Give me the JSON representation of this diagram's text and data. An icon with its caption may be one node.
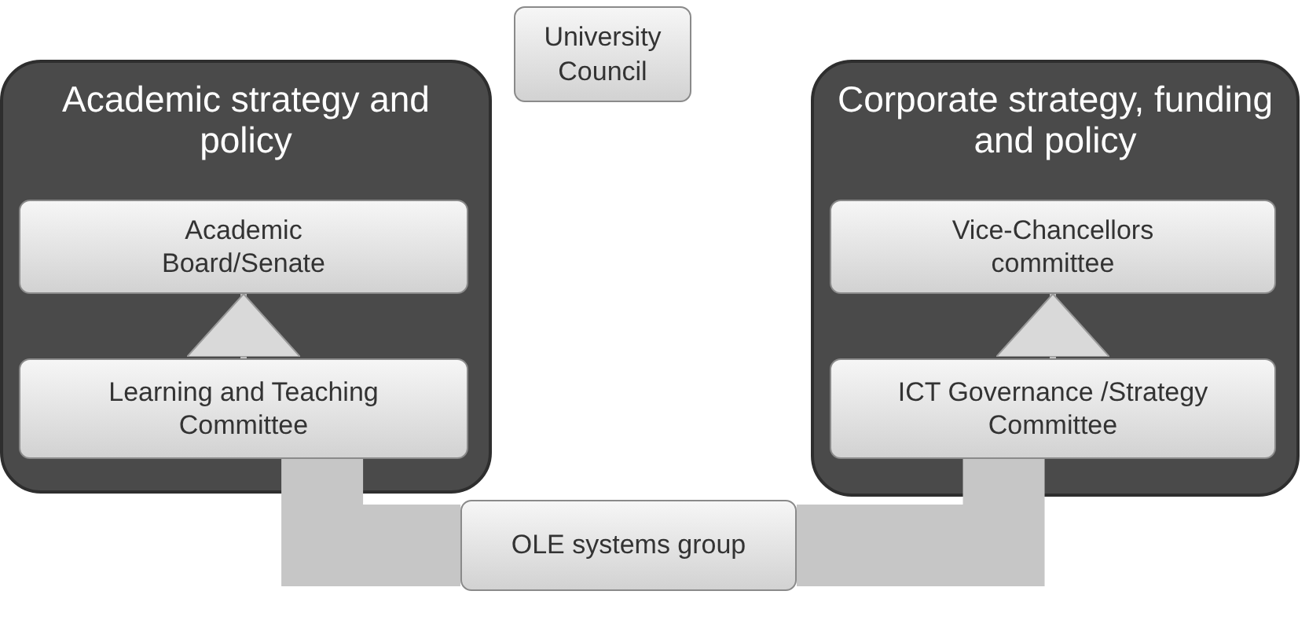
{
  "diagram": {
    "nodes": [
      {
        "text": [
          "University Council"
        ]
      },
      {
        "text": [
          "Academic strategy and policy"
        ]
      },
      {
        "text": [
          "Academic Board/Senate"
        ],
        "in": 1
      },
      {
        "text": [
          "Learning and Teaching Committee"
        ],
        "in": 1
      },
      {
        "text": [
          "Corporate strategy, funding and policy"
        ]
      },
      {
        "text": [
          "Vice-Chancellors committee"
        ],
        "in": 4
      },
      {
        "text": [
          "ICT Governance /Strategy Committee"
        ],
        "in": 4
      },
      {
        "text": [
          "OLE systems group"
        ]
      }
    ],
    "edges": [
      {
        "from": 3,
        "to": 2,
        "arrow": "to"
      },
      {
        "from": 6,
        "to": 5,
        "arrow": "to"
      },
      {
        "from": 7,
        "to": 3,
        "arrow": "none",
        "style": "thick"
      },
      {
        "from": 7,
        "to": 6,
        "arrow": "none",
        "style": "thick"
      }
    ]
  }
}
